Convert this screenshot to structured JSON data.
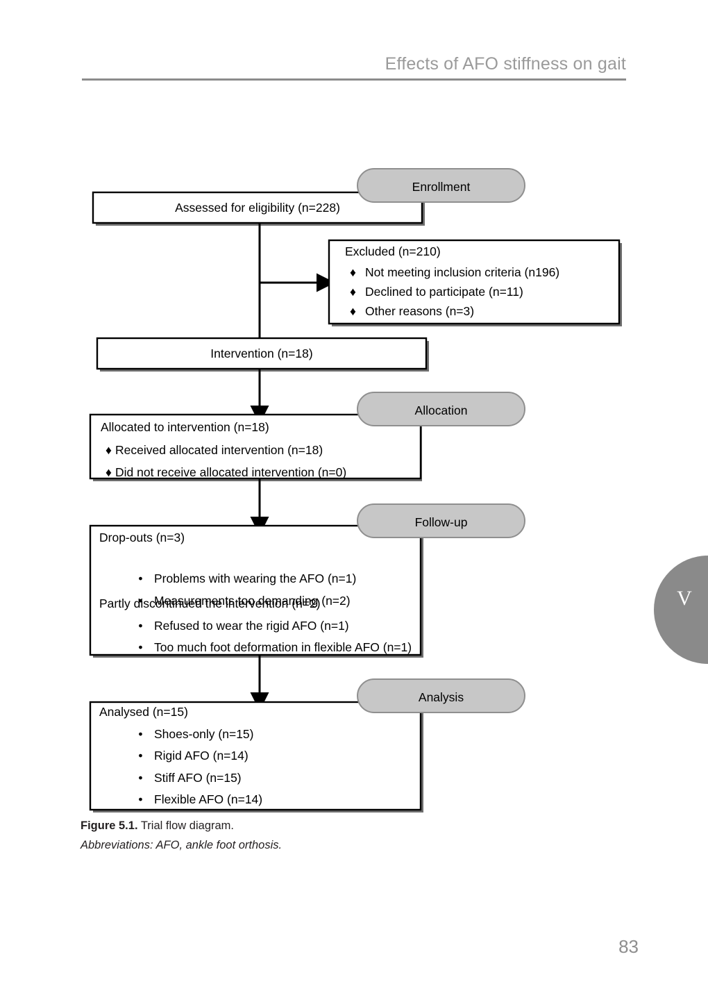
{
  "page": {
    "running_head": "Effects of AFO stiffness on gait",
    "page_number": "83",
    "chapter_tab_label": "V"
  },
  "caption": {
    "figure_label": "Figure 5.1.",
    "figure_title": " Trial flow diagram.",
    "abbreviations": "Abbreviations: AFO, ankle foot orthosis."
  },
  "diagram": {
    "type": "CONSORT trial flow diagram",
    "stage_pills": [
      {
        "name": "enrollment",
        "label": "Enrollment"
      },
      {
        "name": "allocation",
        "label": "Allocation"
      },
      {
        "name": "followup",
        "label": "Follow-up"
      },
      {
        "name": "analysis",
        "label": "Analysis"
      }
    ],
    "boxes": [
      {
        "name": "assessed-box",
        "heading": "Assessed for eligibility (n=228)",
        "bullet_style": "none",
        "items": []
      },
      {
        "name": "excluded-box",
        "heading": "Excluded  (n=210)",
        "bullet_style": "diamond",
        "items": [
          "Not meeting inclusion criteria (n196)",
          "Declined to participate (n=11)",
          "Other reasons (n=3)"
        ]
      },
      {
        "name": "intervention-box",
        "heading": "Intervention (n=18)",
        "bullet_style": "none",
        "items": []
      },
      {
        "name": "allocated-box",
        "heading": "Allocated to intervention (n=18)",
        "bullet_style": "diamond",
        "items": [
          "Received allocated intervention (n=18)",
          "Did not receive allocated intervention (n=0)"
        ]
      },
      {
        "name": "followup-box",
        "heading": "Drop-outs (n=3)",
        "bullet_style": "dot",
        "items": [
          "Problems with wearing the AFO (n=1)",
          "Measurements too demanding (n=2)"
        ],
        "heading2": "Partly discontinued the intervention (n=2)",
        "items2": [
          "Refused to wear the rigid AFO (n=1)",
          "Too much foot deformation in flexible AFO (n=1)"
        ]
      },
      {
        "name": "analysis-box",
        "heading": "Analysed  (n=15)",
        "bullet_style": "dot",
        "items": [
          "Shoes-only (n=15)",
          "Rigid AFO (n=14)",
          "Stiff AFO (n=15)",
          "Flexible AFO (n=14)"
        ]
      }
    ],
    "glyphs": {
      "diamond_bullet": "♦",
      "dot_bullet": "•"
    }
  },
  "colors": {
    "pill_fill": "#c7c7c7",
    "pill_border": "#8f8f8f",
    "box_border": "#000000",
    "rule_gray": "#8c8c8c",
    "head_text_gray": "#9a9a9a",
    "tab_gray": "#8a8a8a",
    "page_number_gray": "#8e8e8e"
  }
}
